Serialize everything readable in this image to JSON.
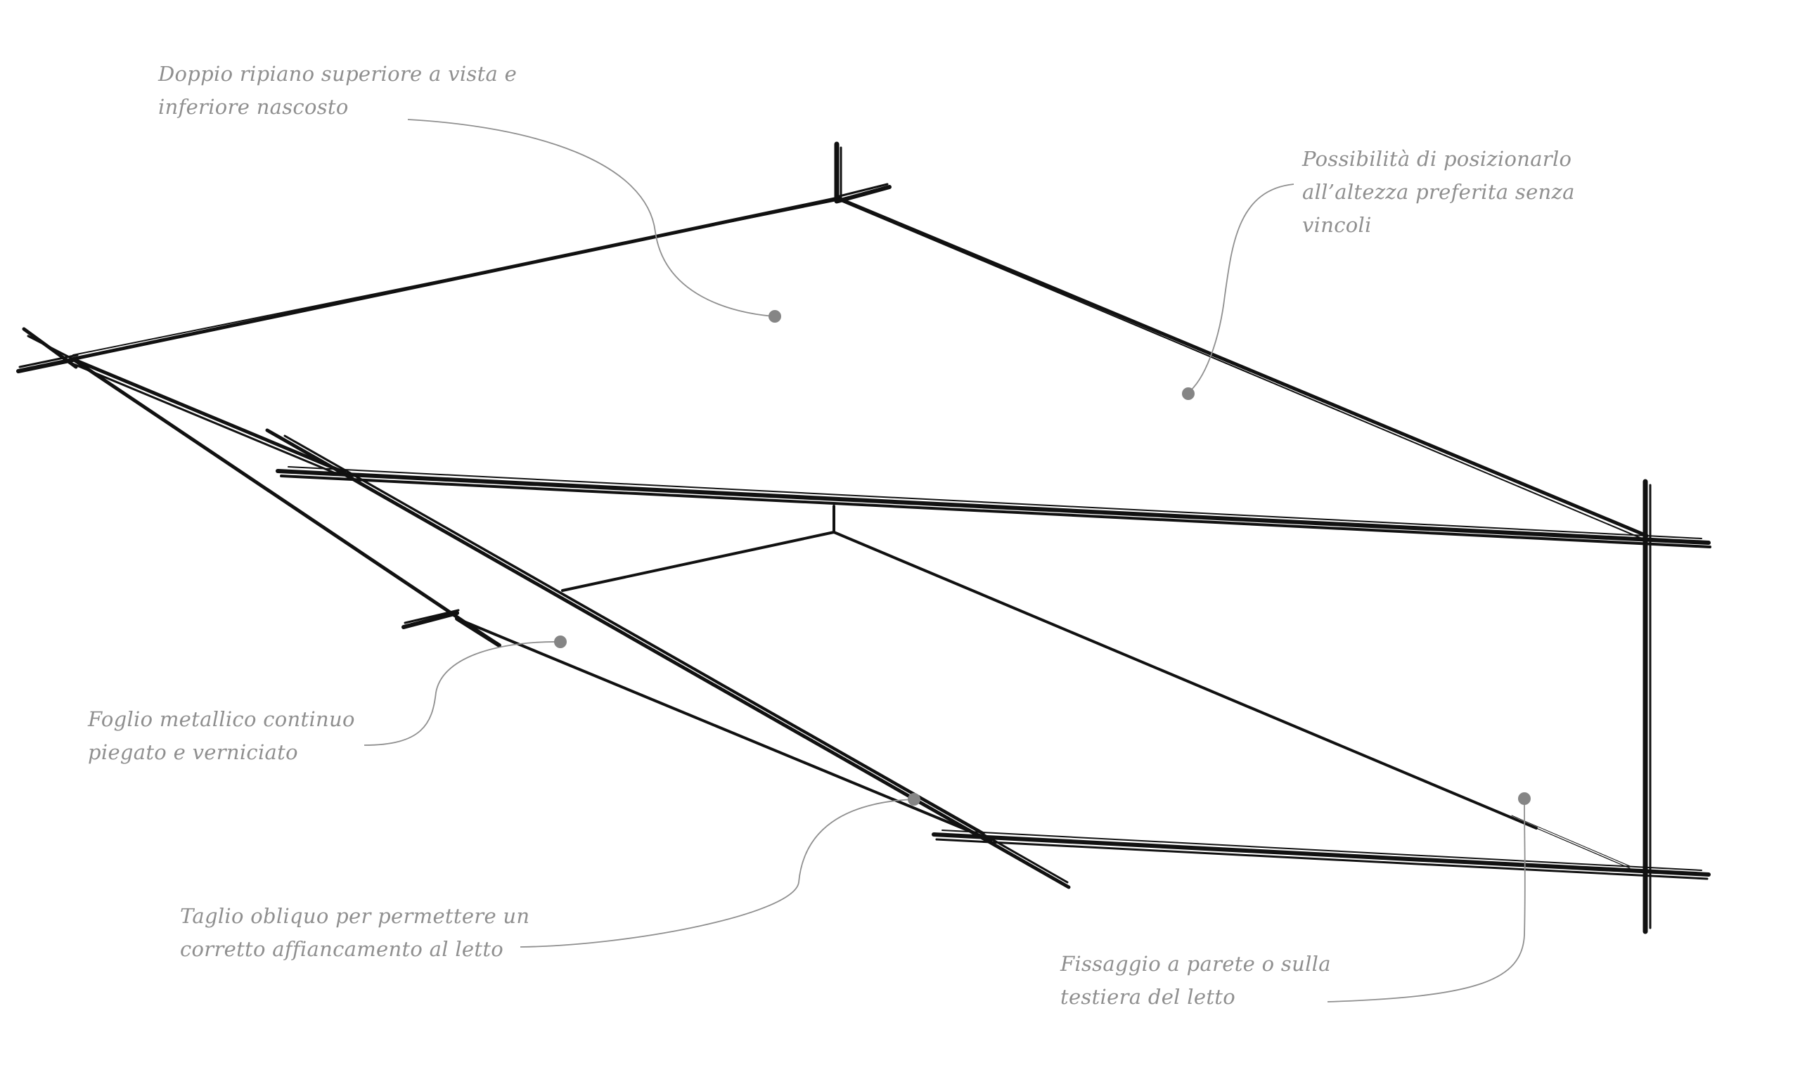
{
  "notes": {
    "top_shelf": {
      "line1": "Doppio ripiano superiore a vista e",
      "line2": "inferiore nascosto"
    },
    "height": {
      "line1": "Possibilità di posizionarlo",
      "line2": "all’altezza preferita senza",
      "line3": "vincoli"
    },
    "sheet": {
      "line1": "Foglio metallico continuo",
      "line2": "piegato e verniciato"
    },
    "cut": {
      "line1": "Taglio obliquo per permettere un",
      "line2": "corretto affiancamento al letto"
    },
    "mount": {
      "line1": "Fissaggio a parete o sulla",
      "line2": "testiera del letto"
    }
  },
  "colors": {
    "ink": "#111111",
    "leader": "#8f8f8f",
    "text": "#8f8f8f",
    "dot": "#858585"
  }
}
